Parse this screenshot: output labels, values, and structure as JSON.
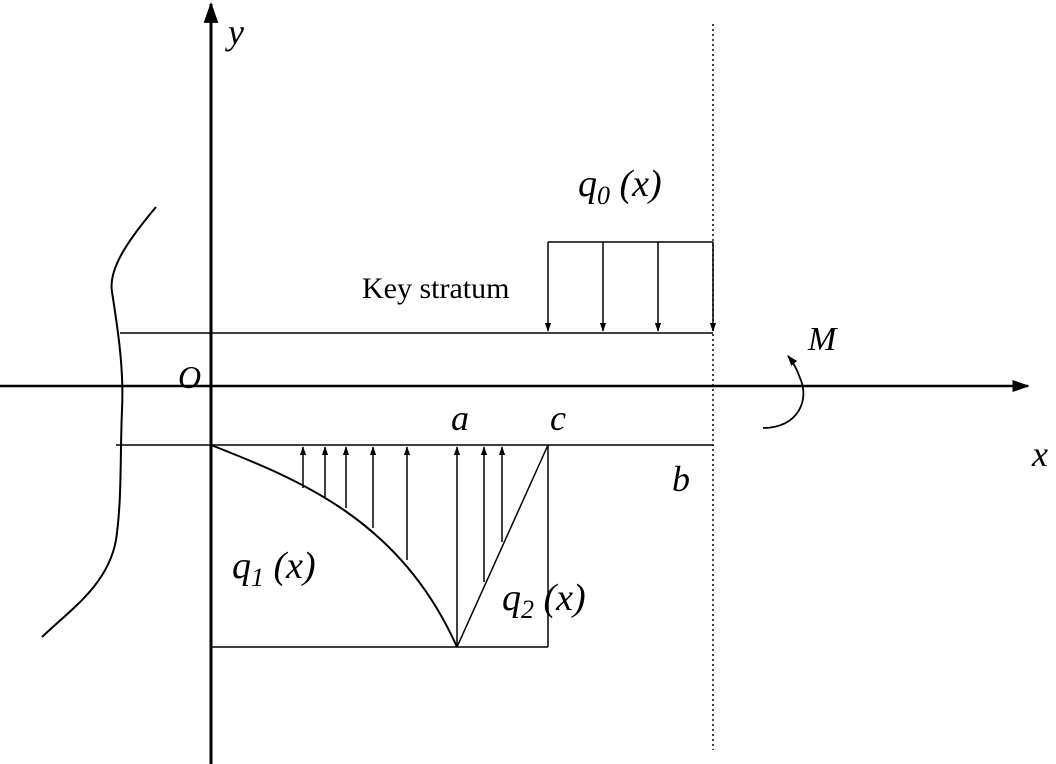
{
  "labels": {
    "y_axis": "y",
    "x_axis": "x",
    "origin": "O",
    "moment": "M",
    "key_stratum": "Key stratum",
    "point_a": "a",
    "point_c": "c",
    "point_b": "b",
    "q0": {
      "base": "q",
      "sub": "0",
      "arg": " (x)"
    },
    "q1": {
      "base": "q",
      "sub": "1",
      "arg": " (x)"
    },
    "q2": {
      "base": "q",
      "sub": "2",
      "arg": " (x)"
    }
  }
}
